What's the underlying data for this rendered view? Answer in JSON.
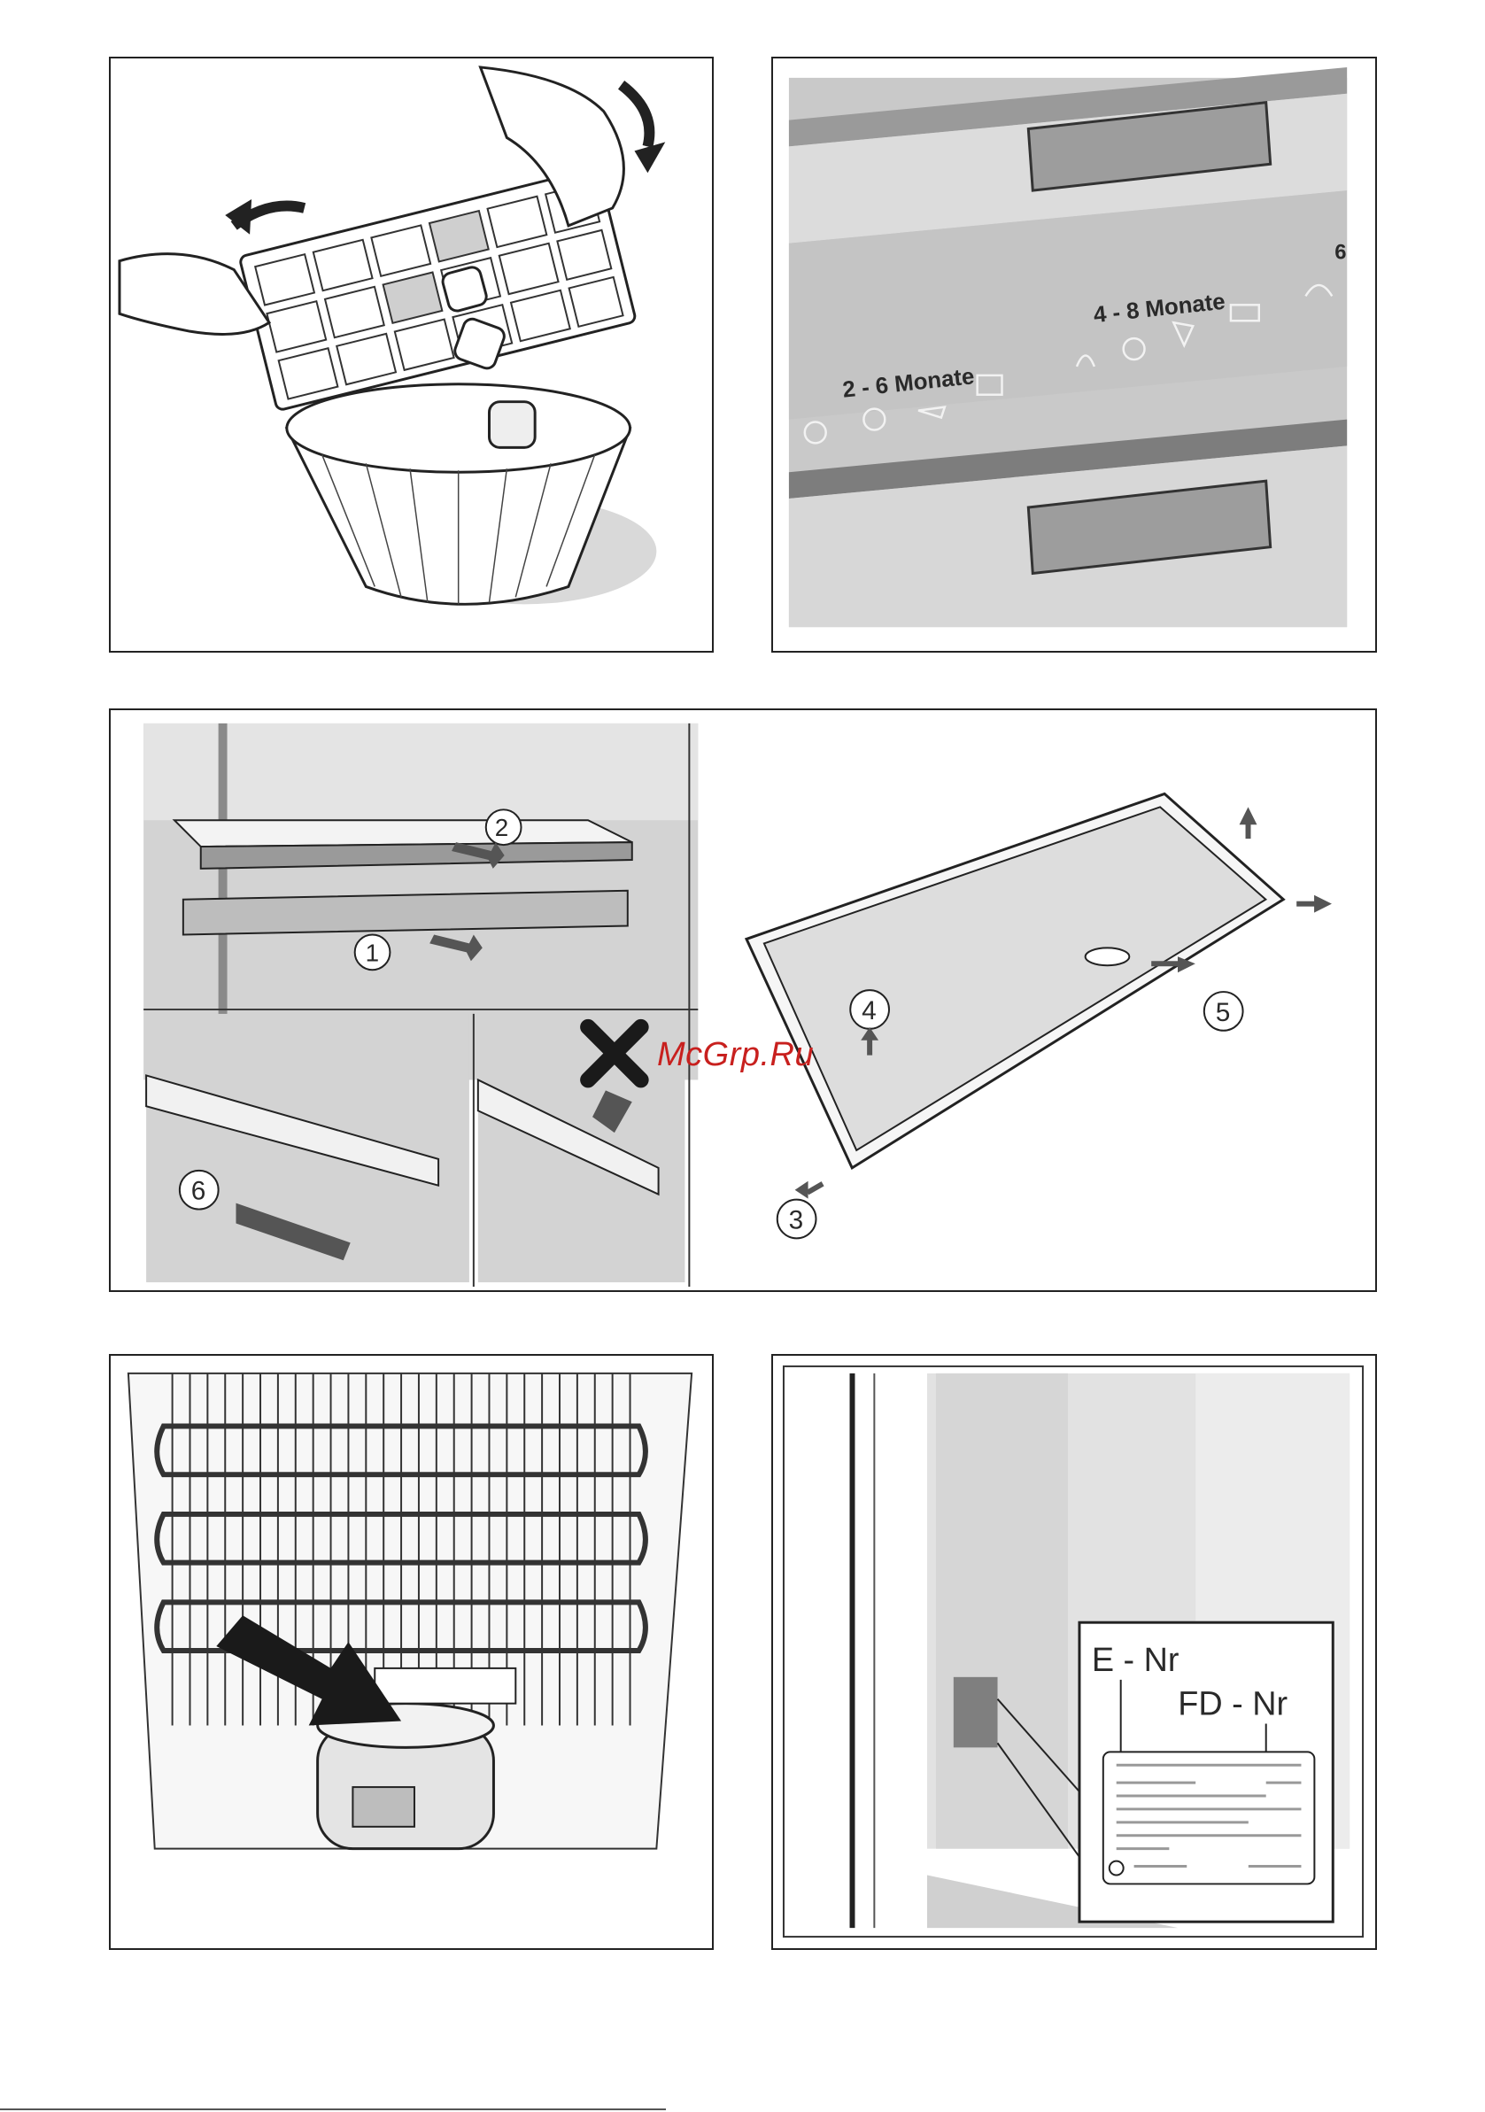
{
  "panels": {
    "drawer": {
      "label_left": "2 - 6 Monate",
      "label_mid": "4 - 8 Monate",
      "label_right": "6"
    },
    "shelf": {
      "steps": [
        "1",
        "2",
        "3",
        "4",
        "5",
        "6"
      ]
    },
    "rating_plate": {
      "e_nr": "E - Nr",
      "fd_nr": "FD - Nr"
    }
  },
  "watermark": "McGrp.Ru",
  "icons": [
    "ice-tray-icon",
    "drawer-food-icons",
    "cross-mark-icon",
    "arrow-icon"
  ]
}
